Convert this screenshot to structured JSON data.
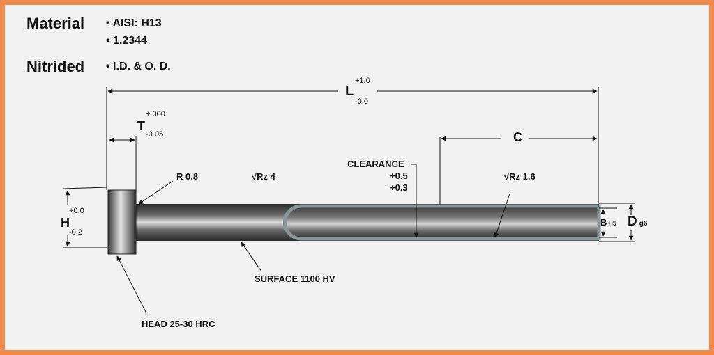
{
  "specs": {
    "material_label": "Material",
    "material_items": [
      "AISI: H13",
      "1.2344"
    ],
    "nitrided_label": "Nitrided",
    "nitrided_items": [
      "I.D. & O. D."
    ]
  },
  "dimensions": {
    "L": {
      "label": "L",
      "tol_upper": "+1.0",
      "tol_lower": "-0.0"
    },
    "T": {
      "label": "T",
      "tol_upper": "+.000",
      "tol_lower": "-0.05"
    },
    "C": {
      "label": "C"
    },
    "H": {
      "label": "H",
      "tol_upper": "+0.0",
      "tol_lower": "-0.2"
    },
    "B": {
      "label": "B",
      "fit": "H5"
    },
    "D": {
      "label": "D",
      "fit": "g6"
    }
  },
  "annotations": {
    "radius": "R 0.8",
    "roughness_shank": "√Rz 4",
    "roughness_bore": "√Rz 1.6",
    "clearance_label": "CLEARANCE",
    "clearance_upper": "+0.5",
    "clearance_lower": "+0.3",
    "surface": "SURFACE 1100 HV",
    "head": "HEAD 25-30 HRC"
  },
  "colors": {
    "border": "#f08a4b",
    "background": "#f1f1f2",
    "metal_dark": "#2e2e2e",
    "metal_light": "#d6d6d6",
    "bore_rim": "#7f8a8c"
  }
}
